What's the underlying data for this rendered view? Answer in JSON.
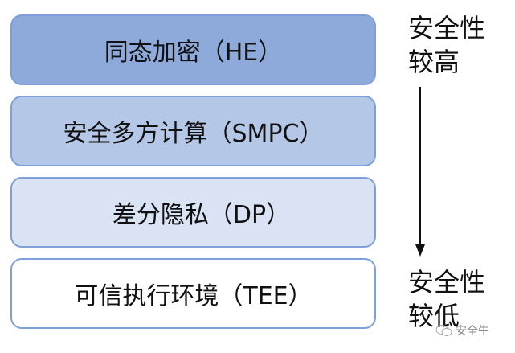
{
  "layers": [
    {
      "label": "同态加密（HE）",
      "color": "#8eaadb"
    },
    {
      "label": "安全多方计算（SMPC）",
      "color": "#b4c7e7"
    },
    {
      "label": "差分隐私（DP）",
      "color": "#dae3f3"
    },
    {
      "label": "可信执行环境（TEE）",
      "color": "#ffffff"
    }
  ],
  "side": {
    "top_line1": "安全性",
    "top_line2": "较高",
    "bottom_line1": "安全性",
    "bottom_line2": "较低"
  },
  "watermark": {
    "text": "安全牛",
    "icon": "wechat-icon"
  }
}
